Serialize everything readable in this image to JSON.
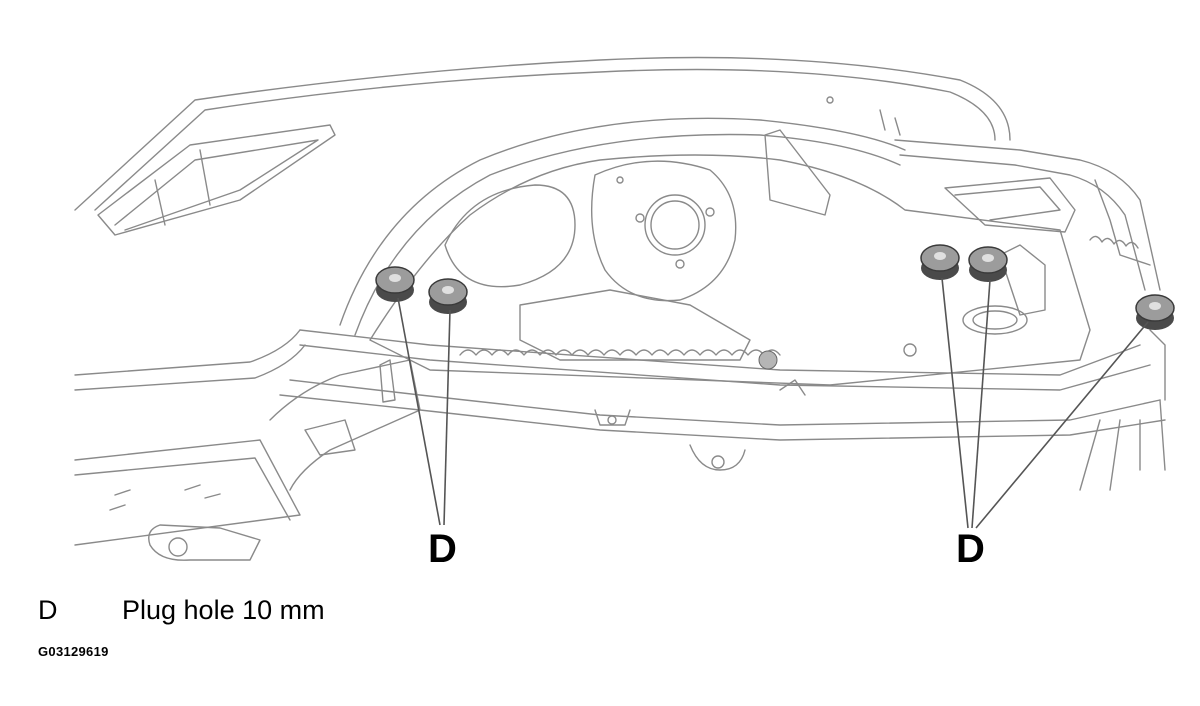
{
  "diagram": {
    "callouts": [
      {
        "id": "left",
        "letter": "D"
      },
      {
        "id": "right",
        "letter": "D"
      }
    ]
  },
  "legend": [
    {
      "key": "D",
      "description": "Plug hole 10 mm"
    }
  ],
  "figure_id": "G03129619",
  "colors": {
    "line": "#8a8a8a",
    "plug_fill": "#9c9c9c",
    "plug_dark": "#4a4a4a",
    "leader": "#555555",
    "text": "#000000"
  }
}
